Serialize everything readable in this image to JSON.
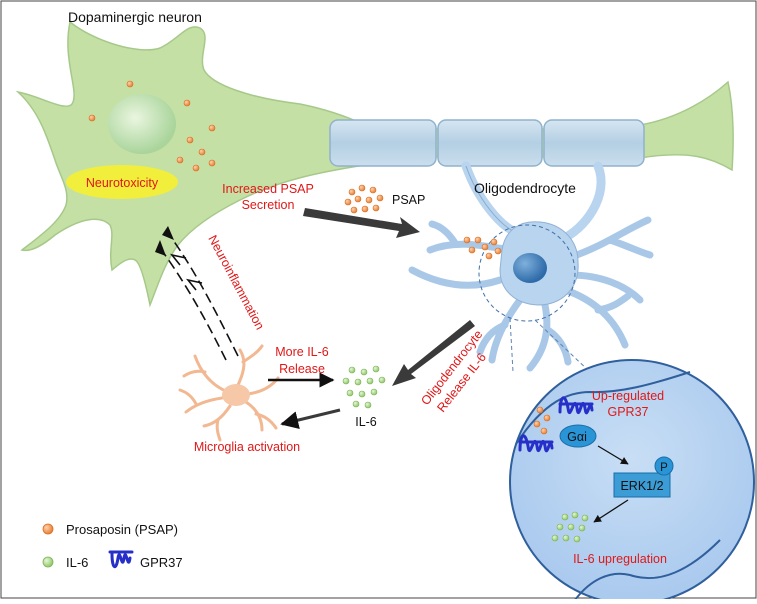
{
  "labels": {
    "neuron": "Dopaminergic neuron",
    "neurotoxicity": "Neurotoxicity",
    "psap_secretion_1": "Increased PSAP",
    "psap_secretion_2": "Secretion",
    "psap": "PSAP",
    "oligodendrocyte": "Oligodendrocyte",
    "neuroinflammation": "Neuroinflammation",
    "more_il6_1": "More IL-6",
    "more_il6_2": "Release",
    "oligo_release_1": "Oligodendrocyte",
    "oligo_release_2": "Release IL-6",
    "il6": "IL-6",
    "microglia": "Microglia activation",
    "upregulated_1": "Up-regulated",
    "upregulated_2": "GPR37",
    "galpha": "Gαi",
    "phospho": "P",
    "erk": "ERK1/2",
    "il6_up": "IL-6 upregulation"
  },
  "legend": {
    "psap": "Prosaposin (PSAP)",
    "il6": "IL-6",
    "gpr37": "GPR37"
  },
  "colors": {
    "neuron_fill": "#c5e0a5",
    "axon_fill": "#c2d9ea",
    "oligo_fill": "#b8d4ee",
    "microglia_fill": "#f6c8a8",
    "psap_dot": "#f09048",
    "il6_dot": "#a6d584",
    "red_text": "#e01818",
    "gpr37": "#2630c8",
    "highlight": "#f2ee3c"
  }
}
